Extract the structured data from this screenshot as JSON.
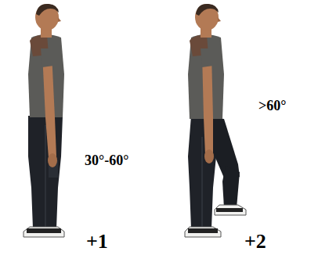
{
  "diagram": {
    "labels": [
      "30°-60°",
      "+1",
      ">60°",
      "+2"
    ]
  }
}
